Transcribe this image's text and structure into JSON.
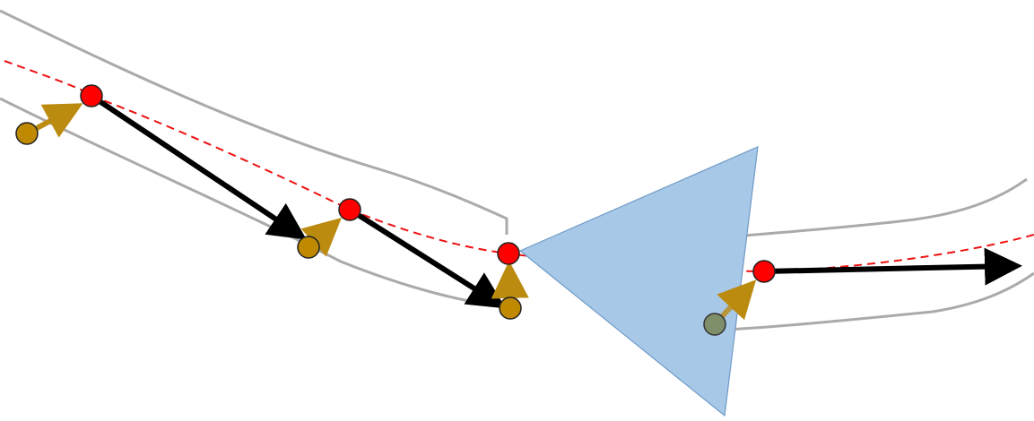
{
  "colors": {
    "background": "#ffffff",
    "corridor": "#aaaaaa",
    "center_path": "#ee1111",
    "red_node": "#ff0000",
    "gold_node": "#c08a00",
    "gold_arrow": "#bb8b10",
    "black_arrow": "#000000",
    "triangle_fill": "#a8c8e8",
    "triangle_stroke": "#6f9bc7",
    "outline": "#222222"
  },
  "icons": {
    "red_node": "filled-circle",
    "gold_node": "filled-circle",
    "arrow": "arrowhead"
  },
  "diagram": {
    "labels": []
  }
}
